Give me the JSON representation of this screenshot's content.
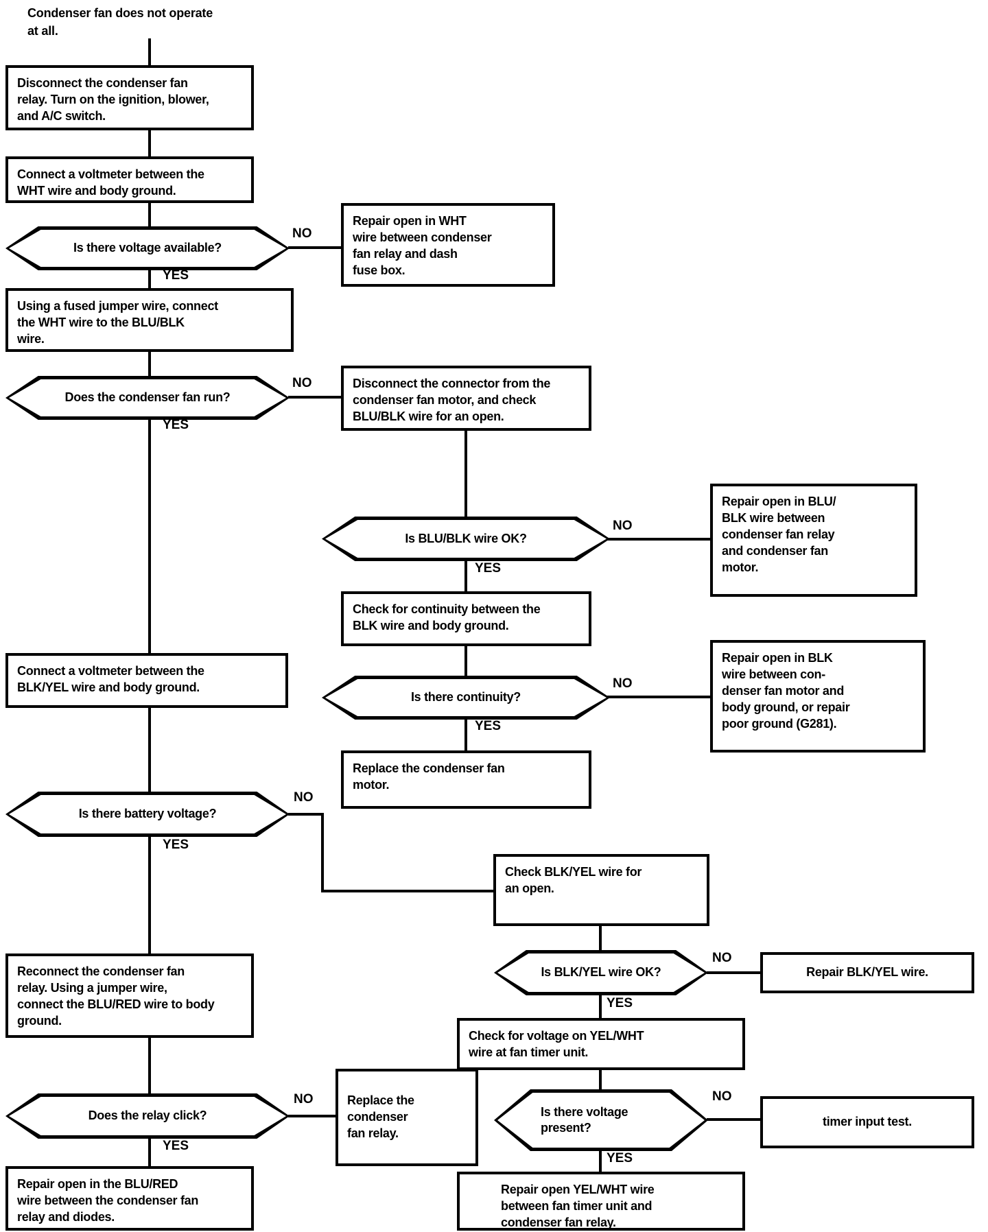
{
  "flow": {
    "title": "Condenser fan does not operate\nat all.",
    "labels": {
      "yes": "YES",
      "no": "NO"
    },
    "colors": {
      "ink": "#000000",
      "paper": "#ffffff"
    },
    "nodes": {
      "start": "Condenser fan does not operate\nat all.",
      "disconnect_relay": "Disconnect the condenser fan\nrelay. Turn on the ignition, blower,\nand A/C switch.",
      "connect_voltmeter_wht": "Connect a voltmeter between the\nWHT wire and body ground.",
      "voltage_available": "Is there voltage available?",
      "repair_wht": "Repair open in WHT\nwire between condenser\nfan relay and dash\nfuse box.",
      "jumper_wht_blublk": "Using a fused jumper wire, connect\nthe WHT wire to the BLU/BLK\nwire.",
      "fan_run": "Does the condenser fan run?",
      "disconnect_motor_connector": "Disconnect the connector from the\ncondenser fan motor, and check\nBLU/BLK wire for an open.",
      "blublk_ok": "Is BLU/BLK wire OK?",
      "repair_blublk": "Repair open in BLU/\nBLK wire between\ncondenser fan relay\nand condenser fan\nmotor.",
      "check_continuity": "Check for continuity between the\nBLK wire and body ground.",
      "continuity": "Is there continuity?",
      "repair_blk_ground": "Repair open in BLK\nwire between con-\ndenser fan motor and\nbody ground, or repair\npoor ground (G281).",
      "replace_motor": "Replace the condenser fan\nmotor.",
      "connect_voltmeter_blkyel": "Connect a voltmeter between the\nBLK/YEL wire and body ground.",
      "battery_voltage": "Is there battery voltage?",
      "check_blkyel": "Check BLK/YEL wire for\nan open.",
      "blkyel_ok": "Is BLK/YEL wire OK?",
      "repair_blkyel": "Repair BLK/YEL wire.",
      "check_voltage_yelwht": "Check for voltage on YEL/WHT\nwire at fan timer unit.",
      "voltage_present": "Is there voltage\npresent?",
      "timer_input_test": "timer input test.",
      "repair_yelwht": "Repair open YEL/WHT wire\nbetween fan timer unit and\ncondenser fan relay.",
      "reconnect_relay_jumper": "Reconnect the condenser fan\nrelay. Using a jumper wire,\nconnect the BLU/RED wire to body\nground.",
      "relay_click": "Does the relay click?",
      "replace_relay": "Replace the\ncondenser\nfan relay.",
      "repair_blured": "Repair open in the BLU/RED\nwire between the condenser fan\nrelay and diodes."
    },
    "edges": [
      {
        "from": "start",
        "to": "disconnect_relay",
        "label": ""
      },
      {
        "from": "disconnect_relay",
        "to": "connect_voltmeter_wht",
        "label": ""
      },
      {
        "from": "connect_voltmeter_wht",
        "to": "voltage_available",
        "label": ""
      },
      {
        "from": "voltage_available",
        "to": "repair_wht",
        "label": "NO"
      },
      {
        "from": "voltage_available",
        "to": "jumper_wht_blublk",
        "label": "YES"
      },
      {
        "from": "jumper_wht_blublk",
        "to": "fan_run",
        "label": ""
      },
      {
        "from": "fan_run",
        "to": "disconnect_motor_connector",
        "label": "NO"
      },
      {
        "from": "fan_run",
        "to": "connect_voltmeter_blkyel",
        "label": "YES"
      },
      {
        "from": "disconnect_motor_connector",
        "to": "blublk_ok",
        "label": ""
      },
      {
        "from": "blublk_ok",
        "to": "repair_blublk",
        "label": "NO"
      },
      {
        "from": "blublk_ok",
        "to": "check_continuity",
        "label": "YES"
      },
      {
        "from": "check_continuity",
        "to": "continuity",
        "label": ""
      },
      {
        "from": "continuity",
        "to": "repair_blk_ground",
        "label": "NO"
      },
      {
        "from": "continuity",
        "to": "replace_motor",
        "label": "YES"
      },
      {
        "from": "connect_voltmeter_blkyel",
        "to": "battery_voltage",
        "label": ""
      },
      {
        "from": "battery_voltage",
        "to": "check_blkyel",
        "label": "NO"
      },
      {
        "from": "battery_voltage",
        "to": "reconnect_relay_jumper",
        "label": "YES"
      },
      {
        "from": "check_blkyel",
        "to": "blkyel_ok",
        "label": ""
      },
      {
        "from": "blkyel_ok",
        "to": "repair_blkyel",
        "label": "NO"
      },
      {
        "from": "blkyel_ok",
        "to": "check_voltage_yelwht",
        "label": "YES"
      },
      {
        "from": "check_voltage_yelwht",
        "to": "voltage_present",
        "label": ""
      },
      {
        "from": "voltage_present",
        "to": "timer_input_test",
        "label": "NO"
      },
      {
        "from": "voltage_present",
        "to": "repair_yelwht",
        "label": "YES"
      },
      {
        "from": "reconnect_relay_jumper",
        "to": "relay_click",
        "label": ""
      },
      {
        "from": "relay_click",
        "to": "replace_relay",
        "label": "NO"
      },
      {
        "from": "relay_click",
        "to": "repair_blured",
        "label": "YES"
      }
    ]
  }
}
